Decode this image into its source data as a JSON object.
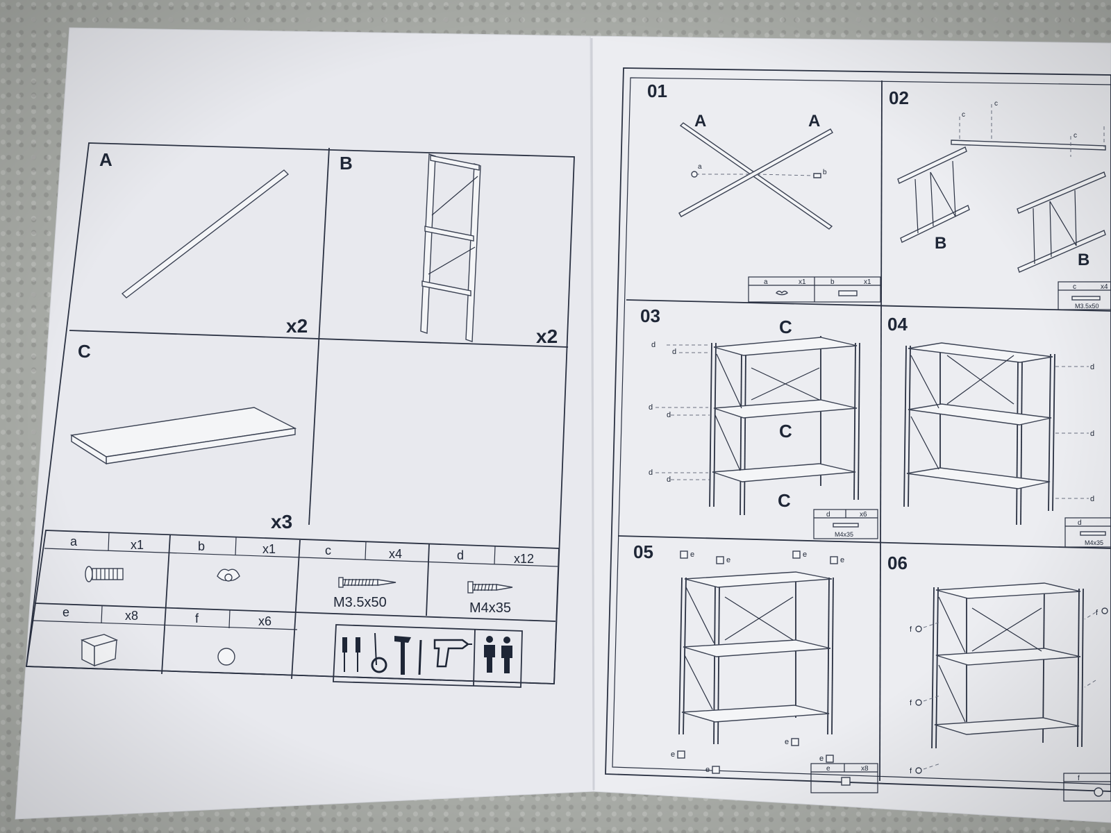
{
  "left_page": {
    "parts": [
      {
        "letter": "A",
        "qty": "x2"
      },
      {
        "letter": "B",
        "qty": "x2"
      },
      {
        "letter": "C",
        "qty": "x3"
      }
    ],
    "hardware_row1": [
      {
        "letter": "a",
        "qty": "x1",
        "icon": "bolt-icon",
        "caption": ""
      },
      {
        "letter": "b",
        "qty": "x1",
        "icon": "wing-nut-icon",
        "caption": ""
      },
      {
        "letter": "c",
        "qty": "x4",
        "icon": "screw-icon",
        "caption": "M3.5x50"
      },
      {
        "letter": "d",
        "qty": "x12",
        "icon": "screw-icon",
        "caption": "M4x35"
      }
    ],
    "hardware_row2": [
      {
        "letter": "e",
        "qty": "x8",
        "icon": "foot-cap-icon"
      },
      {
        "letter": "f",
        "qty": "x6",
        "icon": "round-cover-icon"
      }
    ],
    "tools": [
      "screwdriver-icon",
      "screwdriver-icon",
      "tape-measure-icon",
      "hammer-icon",
      "pencil-icon",
      "drill-icon",
      "two-persons-icon"
    ]
  },
  "right_page": {
    "steps": [
      {
        "number": "01",
        "labels": [
          "A",
          "A"
        ],
        "hardware": [
          {
            "letter": "a",
            "qty": "x1"
          },
          {
            "letter": "b",
            "qty": "x1"
          }
        ]
      },
      {
        "number": "02",
        "labels": [
          "B",
          "B"
        ],
        "hardware": [
          {
            "letter": "c",
            "qty": "x4",
            "caption": "M3.5x50"
          }
        ]
      },
      {
        "number": "03",
        "labels": [
          "C",
          "C",
          "C"
        ],
        "hardware": [
          {
            "letter": "d",
            "qty": "x6",
            "caption": "M4x35"
          }
        ]
      },
      {
        "number": "04",
        "labels": [],
        "hardware": [
          {
            "letter": "d",
            "qty": "",
            "caption": "M4x35"
          }
        ]
      },
      {
        "number": "05",
        "labels": [],
        "hardware": [
          {
            "letter": "e",
            "qty": "x8"
          }
        ]
      },
      {
        "number": "06",
        "labels": [],
        "hardware": [
          {
            "letter": "f",
            "qty": ""
          }
        ]
      }
    ],
    "callouts": {
      "a": "a",
      "b": "b",
      "c": "c",
      "d": "d",
      "e": "e",
      "f": "f"
    }
  }
}
